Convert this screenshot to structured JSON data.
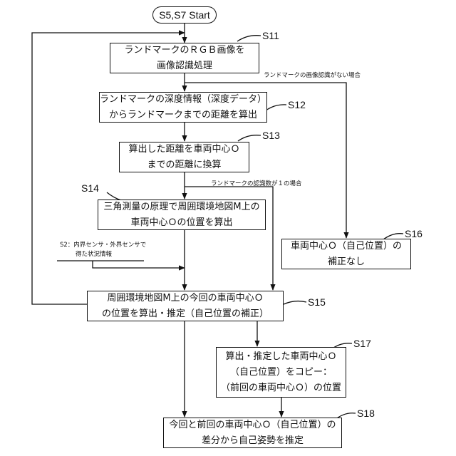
{
  "start": {
    "label": "S5,S7 Start"
  },
  "steps": {
    "s11": {
      "label": "S11",
      "lines": [
        "ランドマークのＲＧＢ画像を",
        "画像認識処理"
      ]
    },
    "s12": {
      "label": "S12",
      "lines": [
        "ランドマークの深度情報（深度データ）",
        "からランドマークまでの距離を算出"
      ]
    },
    "s13": {
      "label": "S13",
      "lines": [
        "算出した距離を車両中心Ｏ",
        "までの距離に換算"
      ]
    },
    "s14": {
      "label": "S14",
      "lines": [
        "三角測量の原理で周囲環境地図M上の",
        "車両中心Ｏの位置を算出"
      ]
    },
    "s15": {
      "label": "S15",
      "lines": [
        "周囲環境地図M上の今回の車両中心Ｏ",
        "の位置を算出・推定（自己位置の補正）"
      ]
    },
    "s16": {
      "label": "S16",
      "lines": [
        "車両中心Ｏ（自己位置）の",
        "補正なし"
      ]
    },
    "s17": {
      "label": "S17",
      "lines": [
        "算出・推定した車両中心Ｏ",
        "（自己位置）をコピー：",
        "（前回の車両中心Ｏ）の位置"
      ]
    },
    "s18": {
      "label": "S18",
      "lines": [
        "今回と前回の車両中心Ｏ（自己位置）の",
        "差分から自己姿勢を推定"
      ]
    }
  },
  "notes": {
    "no_landmark": "ランドマークの画像認識がない場合",
    "one_landmark": "ランドマークの認識数が１の場合",
    "sensor_lines": [
      "S2：内界センサ・外界センサで",
      "得た状況情報"
    ]
  }
}
